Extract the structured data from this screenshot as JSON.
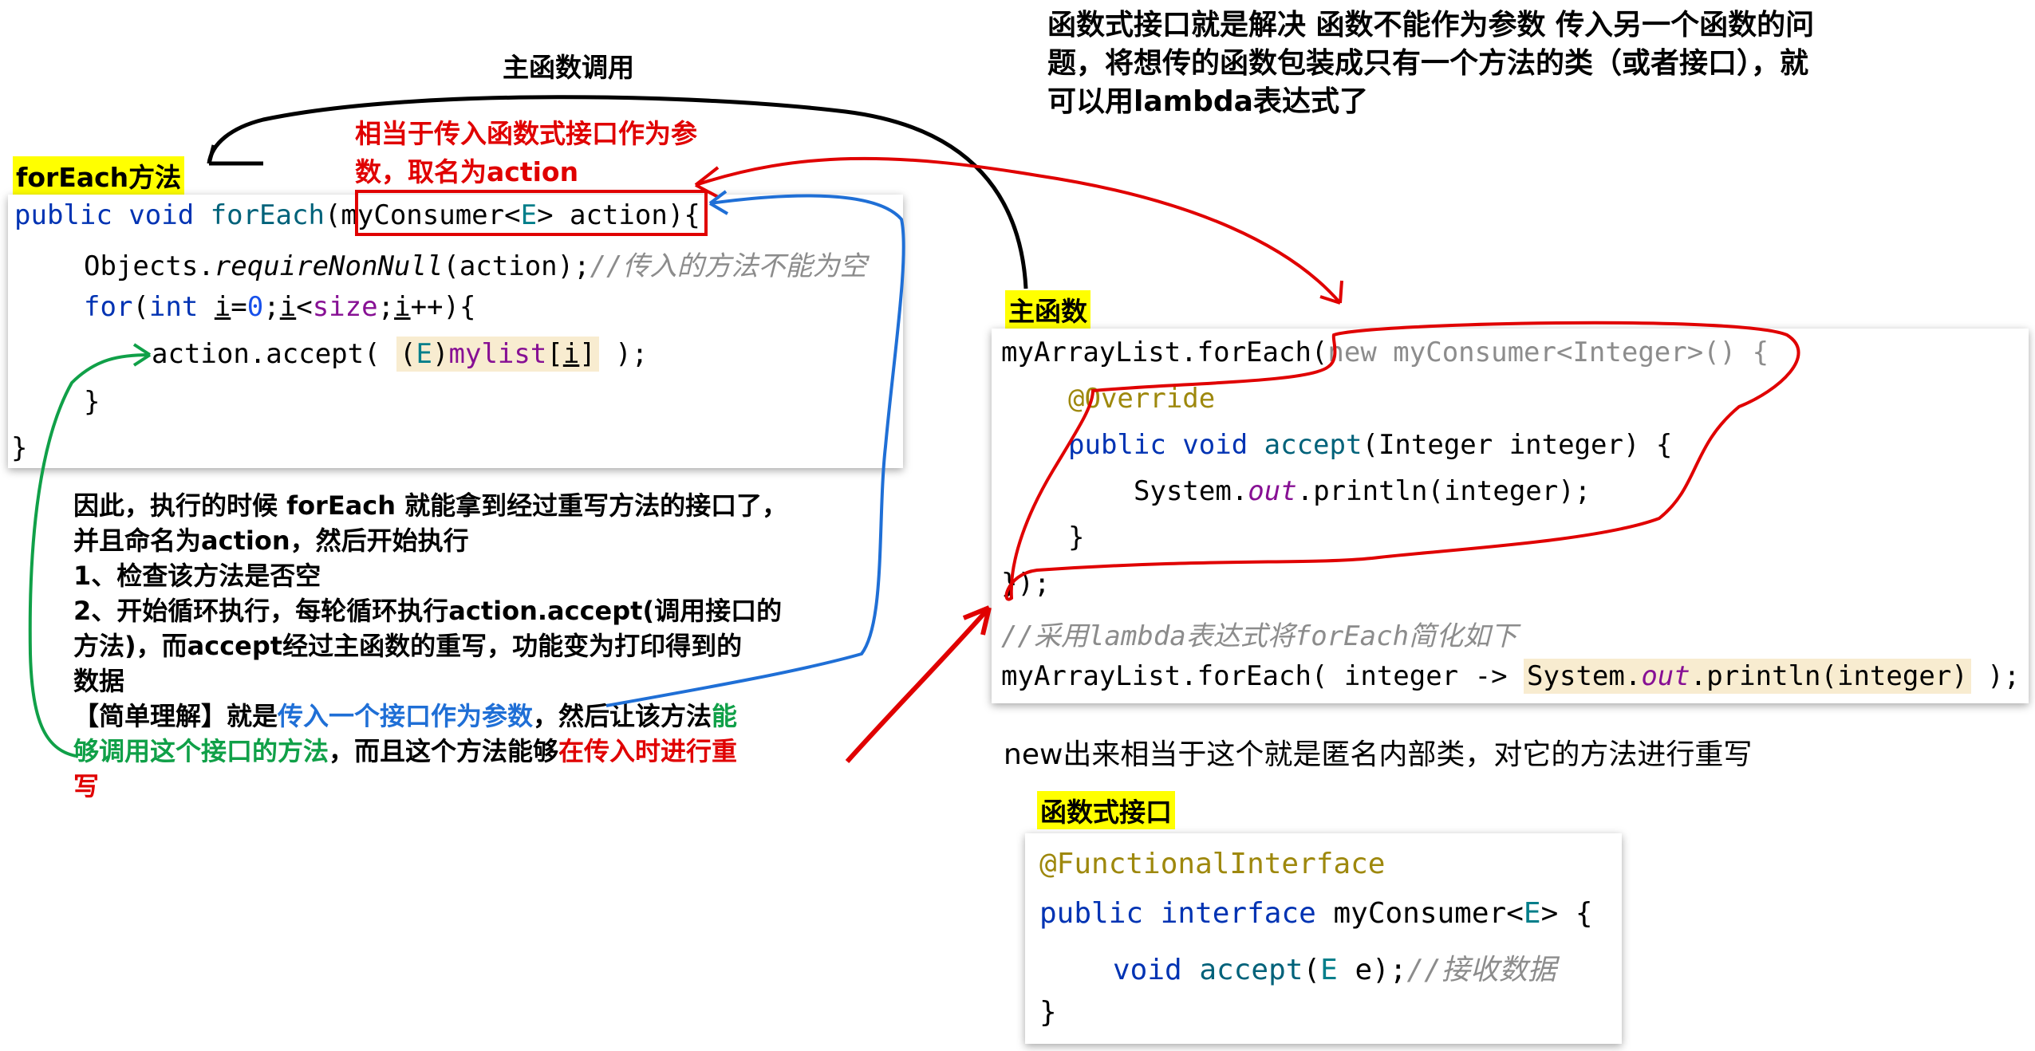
{
  "top_note": [
    "函数式接口就是解决 函数不能作为参数 传入另一个函数的问",
    "题，将想传的函数包装成只有一个方法的类（或者接口），就",
    "可以用lambda表达式了"
  ],
  "main_call_label": "主函数调用",
  "foreach_label": "forEach方法",
  "param_note": [
    "相当于传入函数式接口作为参",
    "数，取名为action"
  ],
  "foreach_code": {
    "l1_kw": "public void ",
    "l1_fn": "forEach",
    "l1_open": "(",
    "l1_type": "myConsumer<",
    "l1_e": "E",
    "l1_rest": "> action",
    "l1_close": "){",
    "l2_obj": "Objects.",
    "l2_method": "requireNonNull",
    "l2_arg": "(action);",
    "l2_comment": "//传入的方法不能为空",
    "l3_kw1": "for",
    "l3_p1": "(",
    "l3_kw2": "int ",
    "l3_i1": "i",
    "l3_eq": "=",
    "l3_zero": "0",
    "l3_semi": ";",
    "l3_i2": "i",
    "l3_lt": "<",
    "l3_size": "size",
    "l3_semi2": ";",
    "l3_i3": "i",
    "l3_inc": "++){",
    "l4_call": "action.accept( ",
    "l4_cast_open": "(",
    "l4_cast_e": "E",
    "l4_cast_close": ")",
    "l4_list": "mylist",
    "l4_br1": "[",
    "l4_i": "i",
    "l4_br2": "]",
    "l4_end": " );",
    "l5": "}",
    "l6": "}"
  },
  "explanation": {
    "line1": "因此，执行的时候 forEach 就能拿到经过重写方法的接口了，",
    "line2": "并且命名为action，然后开始执行",
    "line3": "1、检查该方法是否空",
    "line4": "2、开始循环执行，每轮循环执行action.accept(调用接口的",
    "line5": "方法)，而accept经过主函数的重写，功能变为打印得到的",
    "line6": "数据",
    "line7_a": "【简单理解】就是",
    "line7_b": "传入一个接口作为参数",
    "line7_c": "，然后让该方法",
    "line7_d": "能",
    "line8_a": "够调用这个接口的方法",
    "line8_b": "，而且这个方法能够",
    "line8_c": "在传入时进行重",
    "line9": "写"
  },
  "main_label": "主函数",
  "main_code": {
    "l1_a": "myArrayList.forEach(",
    "l1_b": "new myConsumer<Integer>() {",
    "l2": "@Override",
    "l3_kw": "public void ",
    "l3_fn": "accept",
    "l3_rest": "(Integer integer) {",
    "l4_a": "System.",
    "l4_b": "out",
    "l4_c": ".println(integer);",
    "l5": "}",
    "l6": "});",
    "l7": "//采用lambda表达式将forEach简化如下",
    "l8_a": "myArrayList.forEach( integer -> ",
    "l8_b": "System.",
    "l8_c": "out",
    "l8_d": ".println(integer)",
    "l8_e": " );"
  },
  "anon_note": "new出来相当于这个就是匿名内部类，对它的方法进行重写",
  "functional_label": "函数式接口",
  "functional_code": {
    "l1": "@FunctionalInterface",
    "l2_kw": "public interface ",
    "l2_name": "myConsumer<",
    "l2_e": "E",
    "l2_rest": "> {",
    "l3_kw": "void ",
    "l3_fn": "accept",
    "l3_p": "(",
    "l3_e": "E",
    "l3_rest": " e);",
    "l3_cmt": "//接收数据",
    "l4": "}"
  },
  "colors": {
    "red_annotation": "#e00000",
    "blue_annotation": "#1f6fd6",
    "green_annotation": "#10a048",
    "label_highlight": "#ffff00"
  }
}
